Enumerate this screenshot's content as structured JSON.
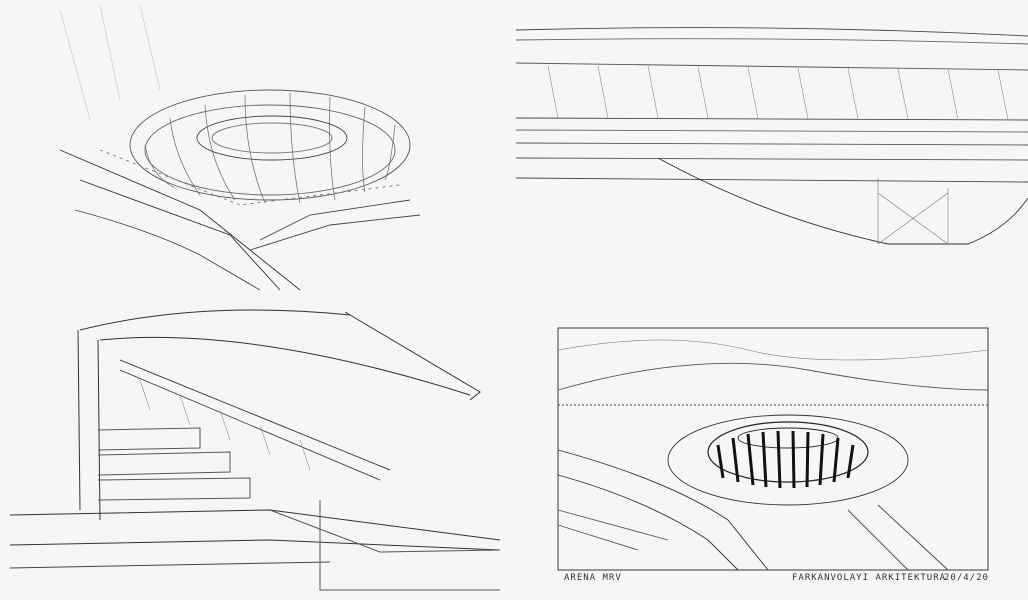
{
  "sketches": [
    {
      "id": "stadium-aerial-sketch"
    },
    {
      "id": "roof-section-sketch"
    },
    {
      "id": "grandstand-section-sketch"
    },
    {
      "id": "arena-perspective-sketch"
    }
  ],
  "captions": {
    "left": "ARENA MRV",
    "right": "FARKANVOLAYI ARKITEKTURA",
    "date": "20/4/20"
  },
  "colors": {
    "paper": "#f6f6f4",
    "pencil": "#4a4a4a",
    "pencil_light": "#9a9a9a",
    "ink": "#222222"
  }
}
